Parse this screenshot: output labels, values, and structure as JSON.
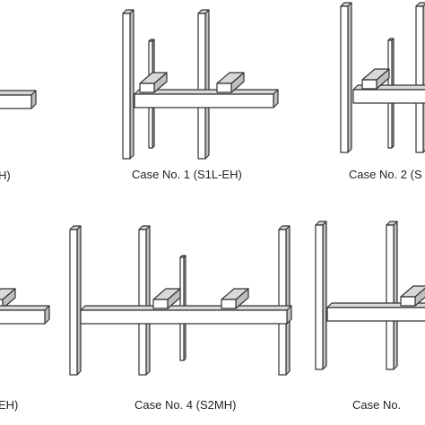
{
  "cases": [
    {
      "label": "H)"
    },
    {
      "label": "Case No. 1 (S1L-EH)"
    },
    {
      "label": "Case No. 2 (S"
    },
    {
      "label": "EH)"
    },
    {
      "label": "Case No. 4 (S2MH)"
    },
    {
      "label": "Case No."
    }
  ],
  "colors": {
    "stroke": "#333333",
    "face": "#ffffff",
    "top": "#d9d9d9",
    "side": "#bfbfbf"
  }
}
